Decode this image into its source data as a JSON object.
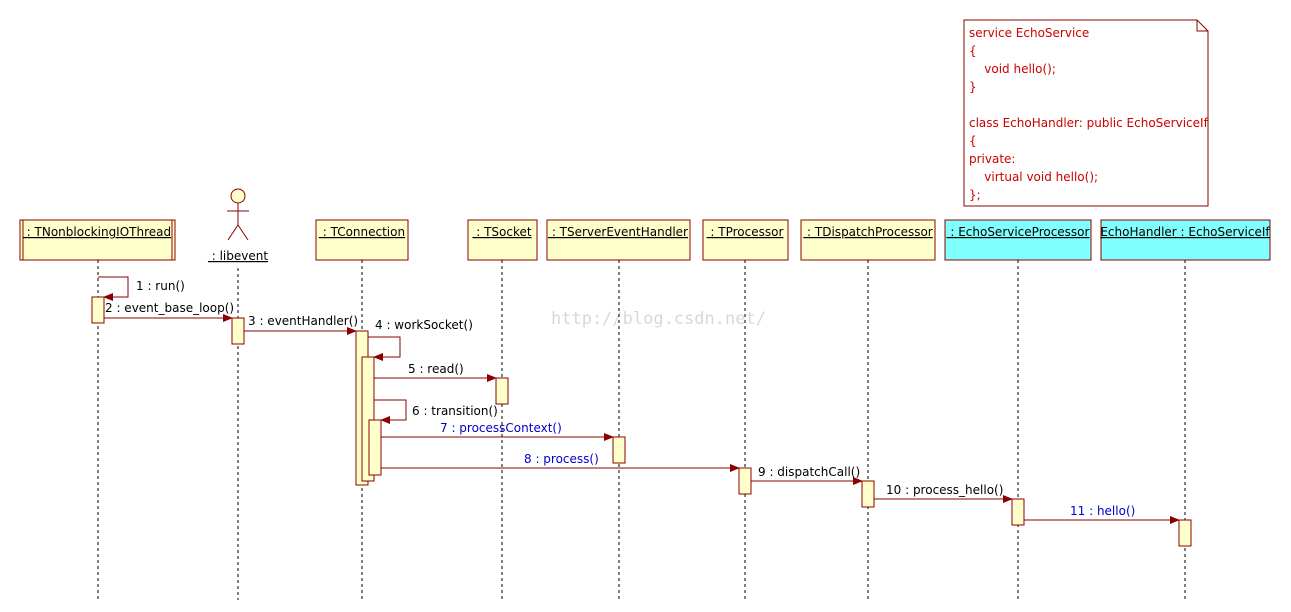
{
  "colors": {
    "lifeline_box": "#ffffcc",
    "highlight_box": "#80ffff",
    "activation": "#ffffcc",
    "message_line": "#8b0000",
    "label_black": "#000000",
    "label_blue": "#0000cc",
    "note_text": "#cc0000",
    "note_border": "#8b0000",
    "watermark": "#d8d8d8"
  },
  "participants": [
    {
      "id": "p1",
      "label": " : TNonblockingIOThread",
      "kind": "active-class",
      "highlight": false
    },
    {
      "id": "p2",
      "label": " : libevent",
      "kind": "actor",
      "highlight": false
    },
    {
      "id": "p3",
      "label": " : TConnection",
      "kind": "class",
      "highlight": false
    },
    {
      "id": "p4",
      "label": " : TSocket",
      "kind": "class",
      "highlight": false
    },
    {
      "id": "p5",
      "label": " : TServerEventHandler",
      "kind": "class",
      "highlight": false
    },
    {
      "id": "p6",
      "label": " : TProcessor",
      "kind": "class",
      "highlight": false
    },
    {
      "id": "p7",
      "label": " : TDispatchProcessor",
      "kind": "class",
      "highlight": false
    },
    {
      "id": "p8",
      "label": " : EchoServiceProcessor",
      "kind": "class",
      "highlight": true
    },
    {
      "id": "p9",
      "label": "EchoHandler : EchoServiceIf",
      "kind": "class",
      "highlight": true
    }
  ],
  "messages": [
    {
      "n": 1,
      "label": "1 : run()",
      "from": "p1",
      "to": "p1",
      "color": "black"
    },
    {
      "n": 2,
      "label": "2 : event_base_loop()",
      "from": "p1",
      "to": "p2",
      "color": "black"
    },
    {
      "n": 3,
      "label": "3 : eventHandler()",
      "from": "p2",
      "to": "p3",
      "color": "black"
    },
    {
      "n": 4,
      "label": "4 : workSocket()",
      "from": "p3",
      "to": "p3",
      "color": "black"
    },
    {
      "n": 5,
      "label": "5 : read()",
      "from": "p3",
      "to": "p4",
      "color": "black"
    },
    {
      "n": 6,
      "label": "6 : transition()",
      "from": "p3",
      "to": "p3",
      "color": "black"
    },
    {
      "n": 7,
      "label": "7 : processContext()",
      "from": "p3",
      "to": "p5",
      "color": "blue"
    },
    {
      "n": 8,
      "label": "8 : process()",
      "from": "p3",
      "to": "p6",
      "color": "blue"
    },
    {
      "n": 9,
      "label": "9 : dispatchCall()",
      "from": "p6",
      "to": "p7",
      "color": "black"
    },
    {
      "n": 10,
      "label": "10 : process_hello()",
      "from": "p7",
      "to": "p8",
      "color": "black"
    },
    {
      "n": 11,
      "label": "11 : hello()",
      "from": "p8",
      "to": "p9",
      "color": "blue"
    }
  ],
  "note": {
    "lines": [
      "service EchoService",
      "{",
      "    void hello();",
      "}",
      "",
      "class EchoHandler: public EchoServiceIf",
      "{",
      "private:",
      "    virtual void hello();",
      "};"
    ]
  },
  "watermark": "http://blog.csdn.net/"
}
